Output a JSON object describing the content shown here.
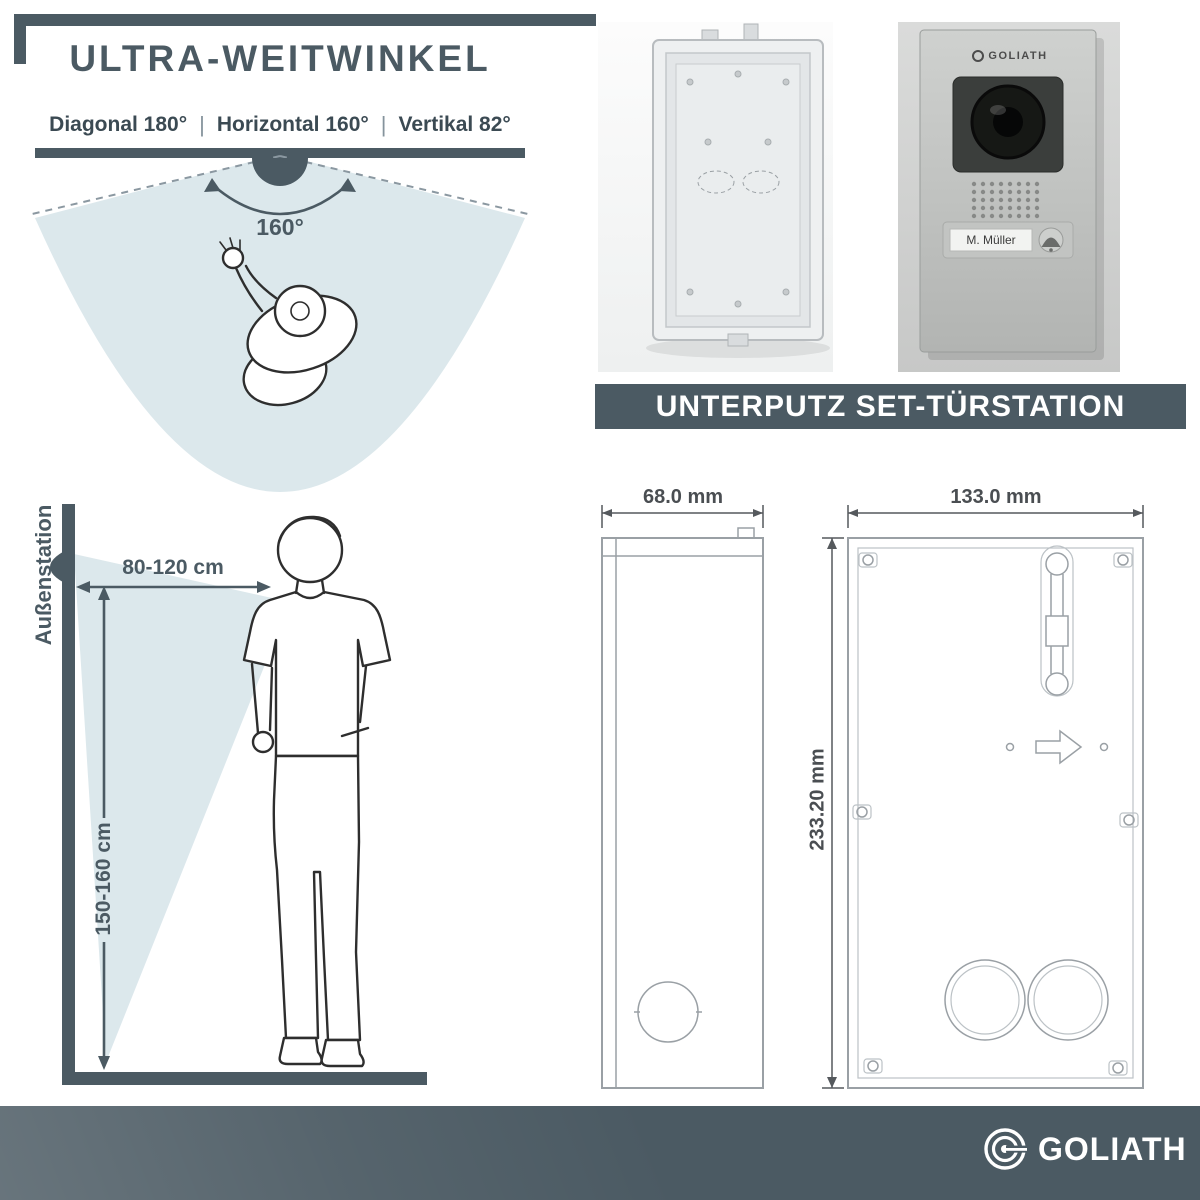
{
  "colors": {
    "slate": "#4b5a63",
    "beam": "#dce8ec",
    "drawing": "#9aa0a5",
    "dim": "#55595d",
    "ink": "#2e2e2e"
  },
  "header": {
    "title": "ULTRA-WEITWINKEL",
    "specs": [
      "Diagonal 180°",
      "Horizontal 160°",
      "Vertikal 82°"
    ],
    "divider": "|"
  },
  "angle_diagram": {
    "angle_label": "160°"
  },
  "product": {
    "banner": "UNTERPUTZ SET-TÜRSTATION",
    "device_brand": "GOLIATH",
    "nameplate": "M. Müller"
  },
  "mounting_diagram": {
    "station_label": "Außenstation",
    "distance_label": "80-120 cm",
    "height_label": "150-160 cm"
  },
  "dimensions": {
    "depth": "68.0 mm",
    "width": "133.0 mm",
    "height": "233.20 mm"
  },
  "footer": {
    "brand": "GOLIATH"
  }
}
